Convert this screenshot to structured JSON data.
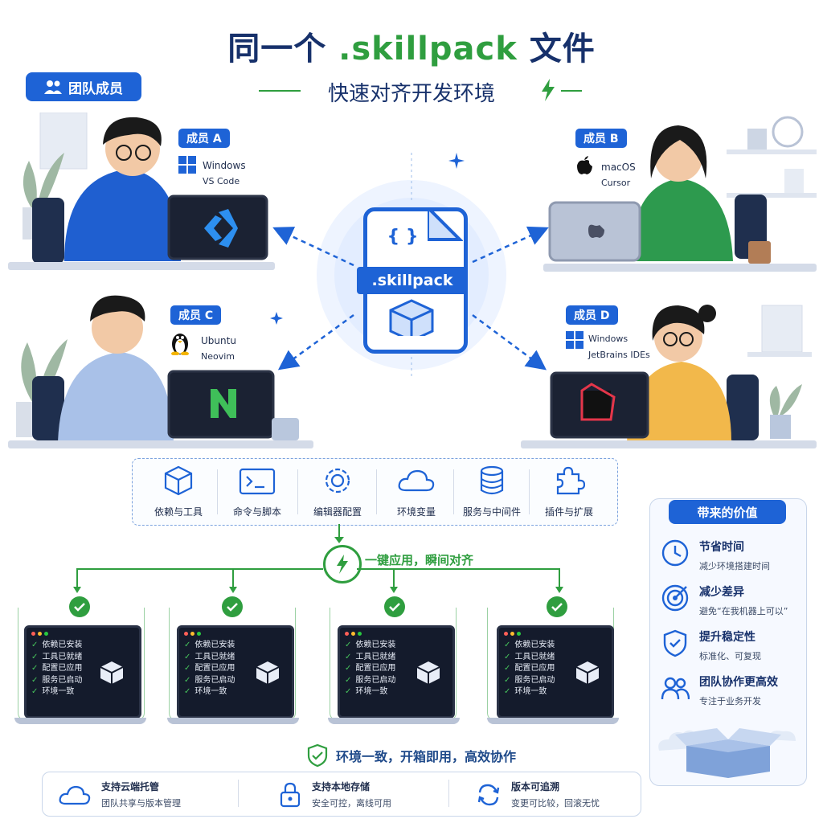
{
  "header": {
    "title_prefix": "同一个 ",
    "title_accent": ".skillpack",
    "title_suffix": " 文件",
    "subtitle": "快速对齐开发环境"
  },
  "team_badge": "团队成员",
  "members": [
    {
      "tag": "成员 A",
      "os": "Windows",
      "editor": "VS Code"
    },
    {
      "tag": "成员 B",
      "os": "macOS",
      "editor": "Cursor"
    },
    {
      "tag": "成员 C",
      "os": "Ubuntu",
      "editor": "Neovim"
    },
    {
      "tag": "成员 D",
      "os": "Windows",
      "editor": "JetBrains IDEs"
    }
  ],
  "file": {
    "braces": "{ }",
    "label": ".skillpack"
  },
  "features": [
    "依赖与工具",
    "命令与脚本",
    "编辑器配置",
    "环境变量",
    "服务与中间件",
    "插件与扩展"
  ],
  "apply_text": "一键应用，瞬间对齐",
  "checklist": [
    "依赖已安装",
    "工具已就绪",
    "配置已应用",
    "服务已启动",
    "环境一致"
  ],
  "bottom_statement": "环境一致，开箱即用，高效协作",
  "bottom_bar": [
    {
      "title": "支持云端托管",
      "desc": "团队共享与版本管理"
    },
    {
      "title": "支持本地存储",
      "desc": "安全可控，离线可用"
    },
    {
      "title": "版本可追溯",
      "desc": "变更可比较，回滚无忧"
    }
  ],
  "value_panel": {
    "title": "带来的价值",
    "items": [
      {
        "title": "节省时间",
        "desc": "减少环境搭建时间"
      },
      {
        "title": "减少差异",
        "desc": "避免“在我机器上可以”"
      },
      {
        "title": "提升稳定性",
        "desc": "标准化、可复现"
      },
      {
        "title": "团队协作更高效",
        "desc": "专注于业务开发"
      }
    ]
  },
  "colors": {
    "brand_blue": "#1e63d6",
    "navy": "#17316b",
    "green": "#2f9e3f"
  }
}
